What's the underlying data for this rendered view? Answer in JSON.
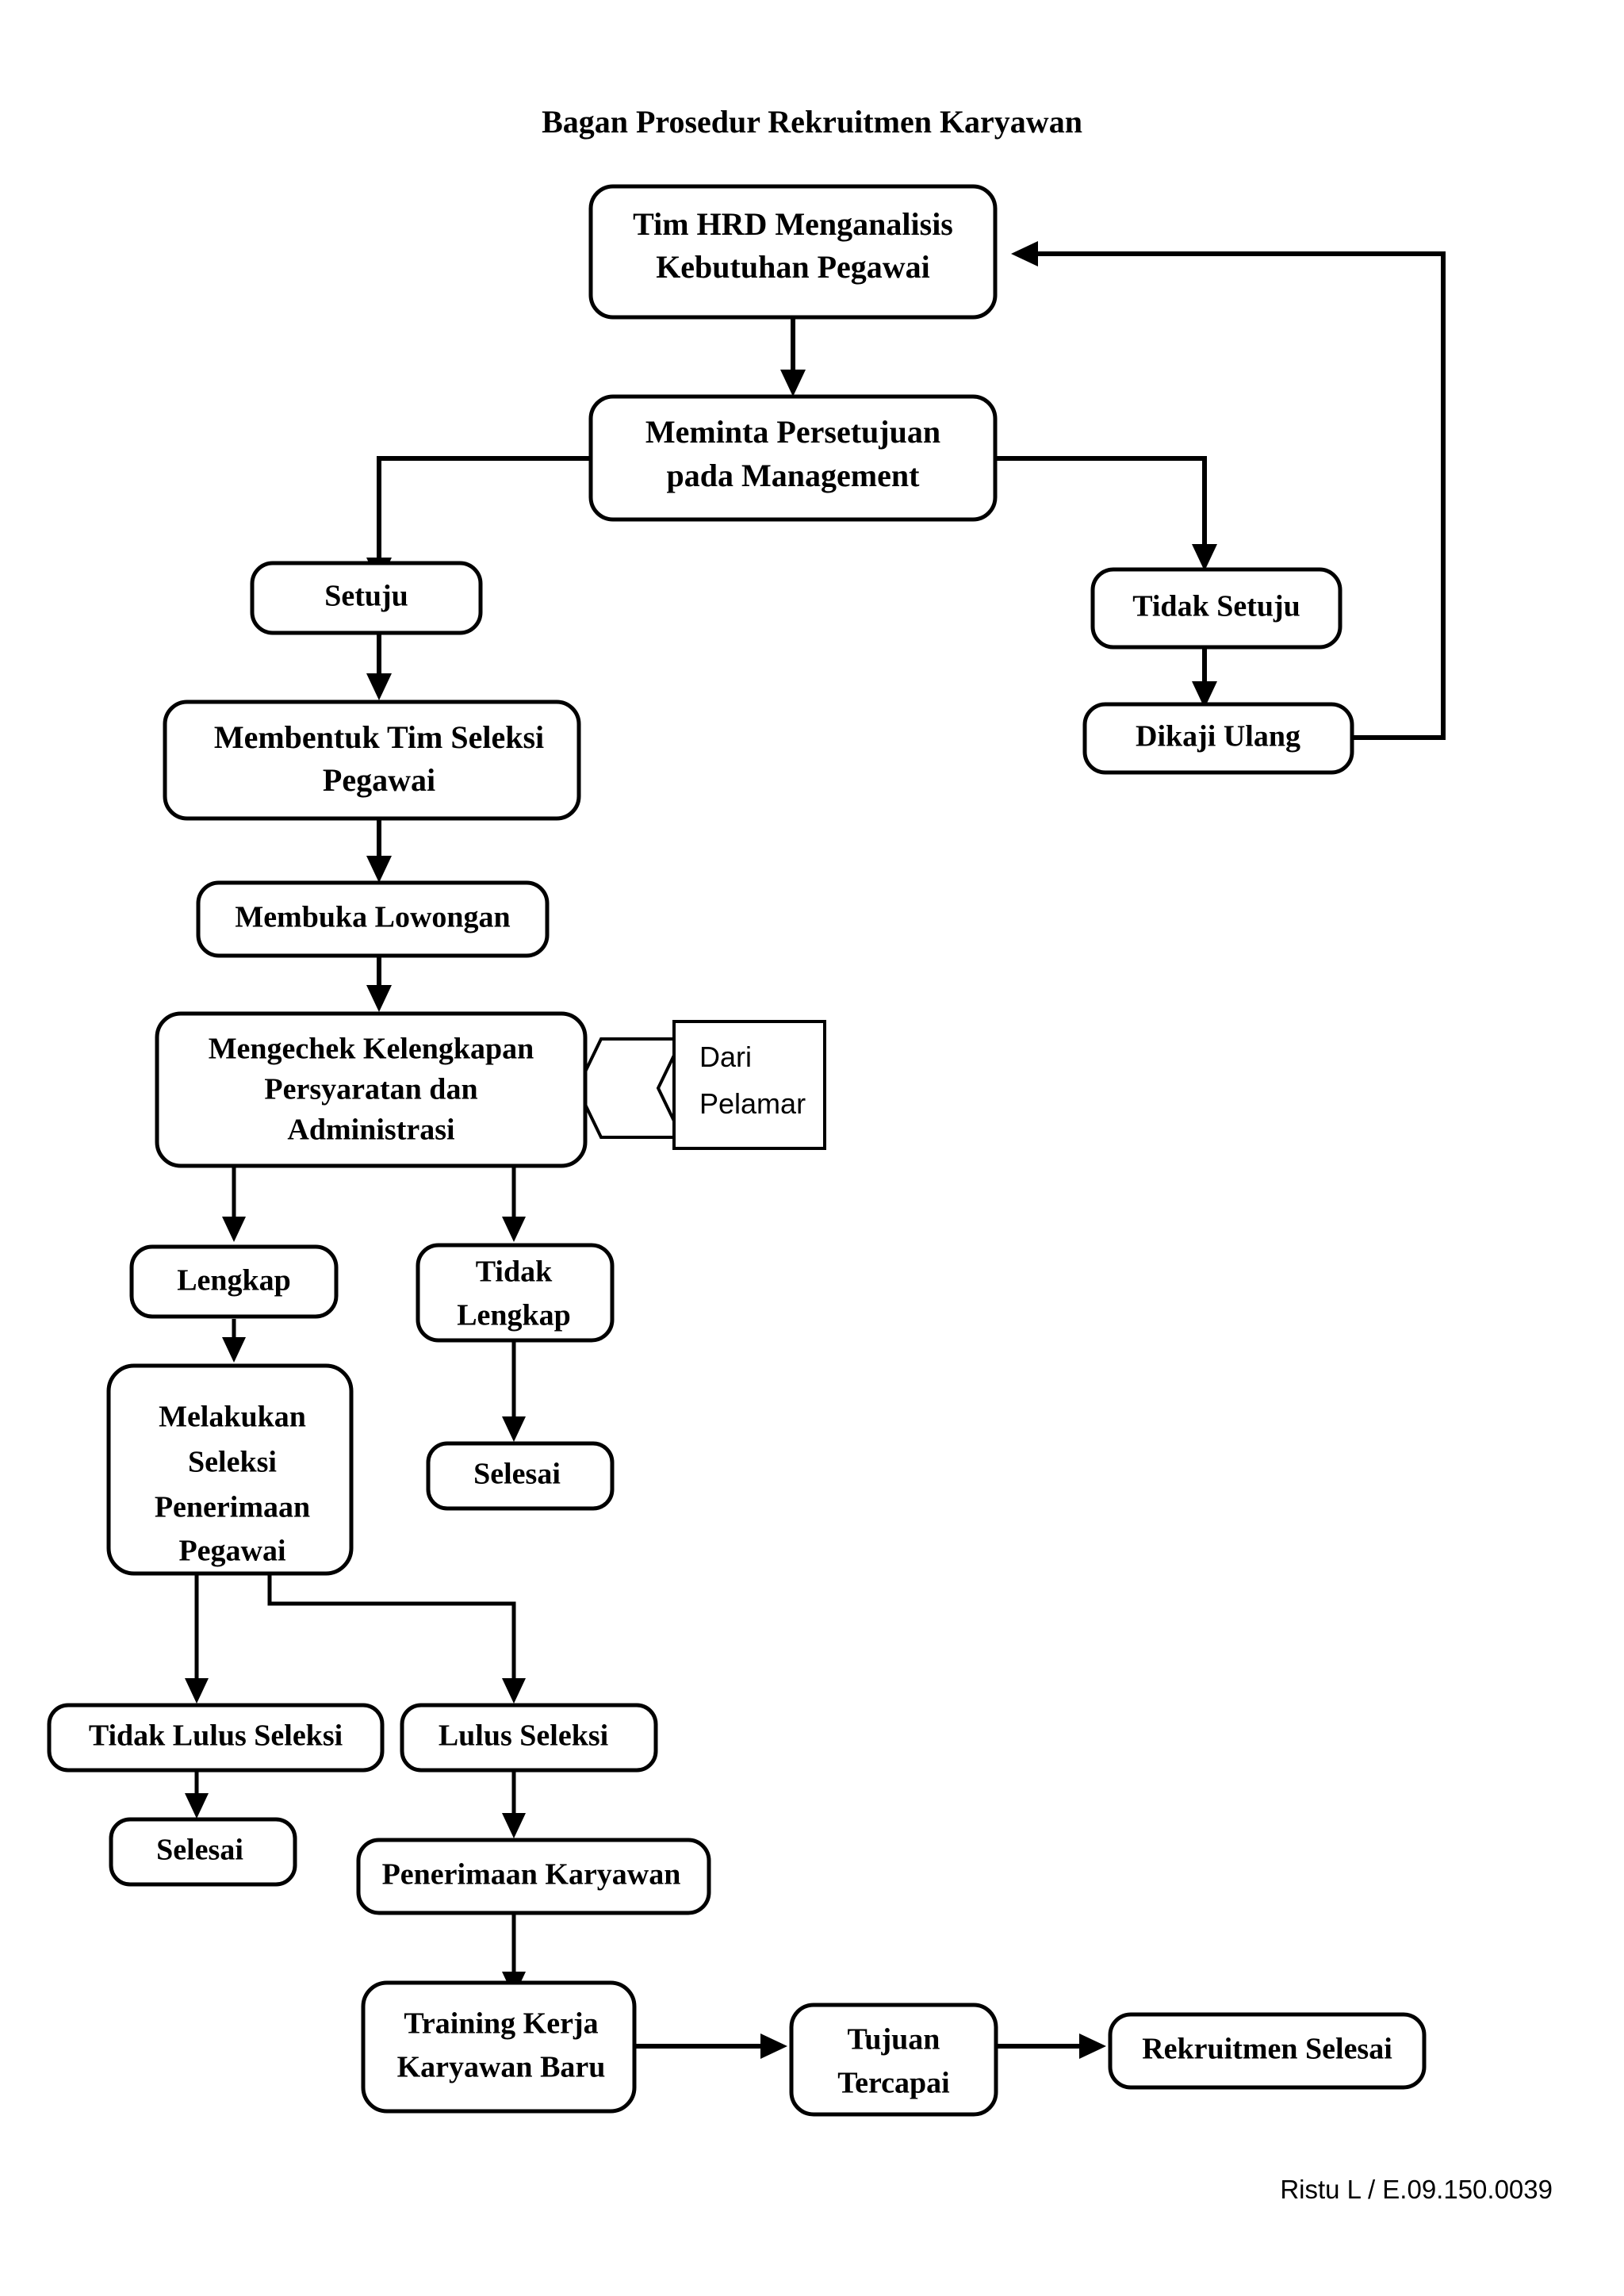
{
  "document": {
    "title": "Bagan Prosedur Rekruitmen Karyawan",
    "footer": "Ristu L / E.09.150.0039",
    "background_color": "#ffffff",
    "line_color": "#000000",
    "text_color": "#000000"
  },
  "chart_data": {
    "type": "flowchart",
    "title": "Bagan Prosedur Rekruitmen Karyawan",
    "orientation": "top-to-bottom",
    "nodes": [
      {
        "id": "n1",
        "label": "Tim HRD Menganalisis Kebutuhan Pegawai",
        "lines": [
          "Tim HRD Menganalisis",
          "Kebutuhan Pegawai"
        ],
        "shape": "rounded-rect"
      },
      {
        "id": "n2",
        "label": "Meminta Persetujuan pada Management",
        "lines": [
          "Meminta Persetujuan",
          "pada Management"
        ],
        "shape": "rounded-rect"
      },
      {
        "id": "n3",
        "label": "Setuju",
        "lines": [
          "Setuju"
        ],
        "shape": "rounded-rect"
      },
      {
        "id": "n4",
        "label": "Tidak Setuju",
        "lines": [
          "Tidak Setuju"
        ],
        "shape": "rounded-rect"
      },
      {
        "id": "n5",
        "label": "Dikaji Ulang",
        "lines": [
          "Dikaji Ulang"
        ],
        "shape": "rounded-rect"
      },
      {
        "id": "n6",
        "label": "Membentuk Tim Seleksi Pegawai",
        "lines": [
          "Membentuk Tim Seleksi",
          "Pegawai"
        ],
        "shape": "rounded-rect"
      },
      {
        "id": "n7",
        "label": "Membuka Lowongan",
        "lines": [
          "Membuka Lowongan"
        ],
        "shape": "rounded-rect"
      },
      {
        "id": "n8",
        "label": "Mengechek Kelengkapan Persyaratan dan Administrasi",
        "lines": [
          "Mengechek Kelengkapan",
          "Persyaratan dan",
          "Administrasi"
        ],
        "shape": "rounded-rect"
      },
      {
        "id": "n9",
        "label": "Dari Pelamar",
        "lines": [
          "Dari",
          "Pelamar"
        ],
        "shape": "rect-with-chevron"
      },
      {
        "id": "n10",
        "label": "Lengkap",
        "lines": [
          "Lengkap"
        ],
        "shape": "rounded-rect"
      },
      {
        "id": "n11",
        "label": "Tidak Lengkap",
        "lines": [
          "Tidak",
          "Lengkap"
        ],
        "shape": "rounded-rect"
      },
      {
        "id": "n12",
        "label": "Melakukan Seleksi Penerimaan Pegawai",
        "lines": [
          "Melakukan",
          "Seleksi",
          "Penerimaan",
          "Pegawai"
        ],
        "shape": "rounded-rect"
      },
      {
        "id": "n13",
        "label": "Selesai",
        "lines": [
          "Selesai"
        ],
        "shape": "rounded-rect"
      },
      {
        "id": "n14",
        "label": "Tidak Lulus Seleksi",
        "lines": [
          "Tidak Lulus Seleksi"
        ],
        "shape": "rounded-rect"
      },
      {
        "id": "n15",
        "label": "Lulus Seleksi",
        "lines": [
          "Lulus Seleksi"
        ],
        "shape": "rounded-rect"
      },
      {
        "id": "n16",
        "label": "Selesai",
        "lines": [
          "Selesai"
        ],
        "shape": "rounded-rect"
      },
      {
        "id": "n17",
        "label": "Penerimaan Karyawan",
        "lines": [
          "Penerimaan Karyawan"
        ],
        "shape": "rounded-rect"
      },
      {
        "id": "n18",
        "label": "Training Kerja Karyawan Baru",
        "lines": [
          "Training Kerja",
          "Karyawan Baru"
        ],
        "shape": "rounded-rect"
      },
      {
        "id": "n19",
        "label": "Tujuan Tercapai",
        "lines": [
          "Tujuan",
          "Tercapai"
        ],
        "shape": "rounded-rect"
      },
      {
        "id": "n20",
        "label": "Rekruitmen Selesai",
        "lines": [
          "Rekruitmen Selesai"
        ],
        "shape": "rounded-rect"
      }
    ],
    "edges": [
      {
        "from": "n1",
        "to": "n2",
        "style": "straight-down"
      },
      {
        "from": "n2",
        "to": "n3",
        "style": "left-elbow"
      },
      {
        "from": "n2",
        "to": "n4",
        "style": "right-elbow"
      },
      {
        "from": "n4",
        "to": "n5",
        "style": "straight-down"
      },
      {
        "from": "n5",
        "to": "n1",
        "style": "feedback-loop-right"
      },
      {
        "from": "n3",
        "to": "n6",
        "style": "straight-down"
      },
      {
        "from": "n6",
        "to": "n7",
        "style": "straight-down"
      },
      {
        "from": "n7",
        "to": "n8",
        "style": "straight-down"
      },
      {
        "from": "n9",
        "to": "n8",
        "style": "input-arrow-left"
      },
      {
        "from": "n8",
        "to": "n10",
        "style": "straight-down"
      },
      {
        "from": "n8",
        "to": "n11",
        "style": "straight-down"
      },
      {
        "from": "n10",
        "to": "n12",
        "style": "straight-down"
      },
      {
        "from": "n11",
        "to": "n13",
        "style": "straight-down"
      },
      {
        "from": "n12",
        "to": "n14",
        "style": "straight-down"
      },
      {
        "from": "n12",
        "to": "n15",
        "style": "right-elbow"
      },
      {
        "from": "n14",
        "to": "n16",
        "style": "straight-down"
      },
      {
        "from": "n15",
        "to": "n17",
        "style": "straight-down"
      },
      {
        "from": "n17",
        "to": "n18",
        "style": "straight-down"
      },
      {
        "from": "n18",
        "to": "n19",
        "style": "straight-right"
      },
      {
        "from": "n19",
        "to": "n20",
        "style": "straight-right"
      }
    ]
  }
}
